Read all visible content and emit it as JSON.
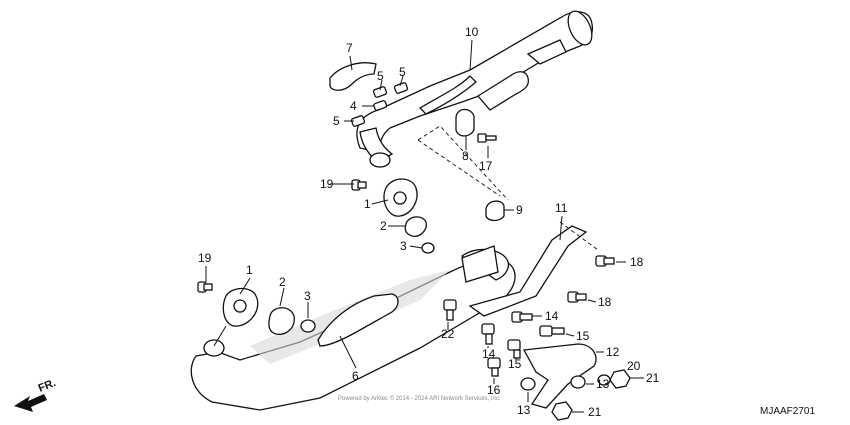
{
  "diagram": {
    "callouts": [
      {
        "id": "c1a",
        "label": "1"
      },
      {
        "id": "c1b",
        "label": "1"
      },
      {
        "id": "c2a",
        "label": "2"
      },
      {
        "id": "c2b",
        "label": "2"
      },
      {
        "id": "c3a",
        "label": "3"
      },
      {
        "id": "c3b",
        "label": "3"
      },
      {
        "id": "c4",
        "label": "4"
      },
      {
        "id": "c5a",
        "label": "5"
      },
      {
        "id": "c5b",
        "label": "5"
      },
      {
        "id": "c5c",
        "label": "5"
      },
      {
        "id": "c6",
        "label": "6"
      },
      {
        "id": "c7",
        "label": "7"
      },
      {
        "id": "c8",
        "label": "8"
      },
      {
        "id": "c9",
        "label": "9"
      },
      {
        "id": "c10",
        "label": "10"
      },
      {
        "id": "c11",
        "label": "11"
      },
      {
        "id": "c12",
        "label": "12"
      },
      {
        "id": "c13a",
        "label": "13"
      },
      {
        "id": "c13b",
        "label": "13"
      },
      {
        "id": "c14a",
        "label": "14"
      },
      {
        "id": "c14b",
        "label": "14"
      },
      {
        "id": "c15a",
        "label": "15"
      },
      {
        "id": "c15b",
        "label": "15"
      },
      {
        "id": "c16",
        "label": "16"
      },
      {
        "id": "c17",
        "label": "17"
      },
      {
        "id": "c18a",
        "label": "18"
      },
      {
        "id": "c18b",
        "label": "18"
      },
      {
        "id": "c19a",
        "label": "19"
      },
      {
        "id": "c19b",
        "label": "19"
      },
      {
        "id": "c20",
        "label": "20"
      },
      {
        "id": "c21a",
        "label": "21"
      },
      {
        "id": "c21b",
        "label": "21"
      },
      {
        "id": "c22",
        "label": "22"
      }
    ],
    "front_label": "FR.",
    "diagram_code": "MJAAF2701",
    "watermark": "Powered by Arktec © 2014 - 2024 ARI Network Services, Inc."
  }
}
